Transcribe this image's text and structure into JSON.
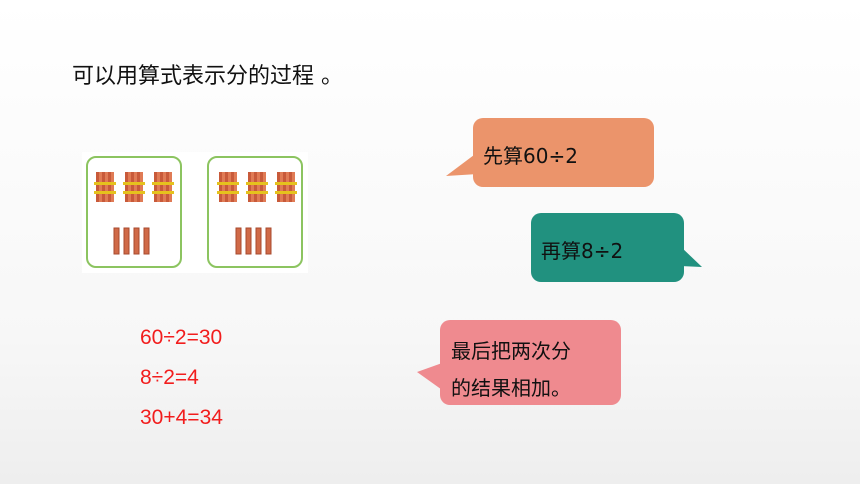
{
  "title": "可以用算式表示分的过程 。",
  "figure": {
    "groups": [
      {
        "bundles_of_ten": 3,
        "single_sticks": 4
      },
      {
        "bundles_of_ten": 3,
        "single_sticks": 4
      }
    ]
  },
  "equations": [
    "60÷2=30",
    "8÷2=4",
    "30+4=34"
  ],
  "bubbles": [
    {
      "text": "先算60÷2",
      "color": "#eb946b"
    },
    {
      "text": "再算8÷2",
      "color": "#21917f"
    },
    {
      "line1": "最后把两次分",
      "line2": "的结果相加。",
      "color": "#ef8a8f"
    }
  ],
  "colors": {
    "equation_text": "#f21d1d",
    "group_border": "#8cc460",
    "stick": "#c85a3a"
  },
  "icons": {
    "bundle": "bundle-of-ten-sticks-icon",
    "stick": "single-stick-icon"
  }
}
